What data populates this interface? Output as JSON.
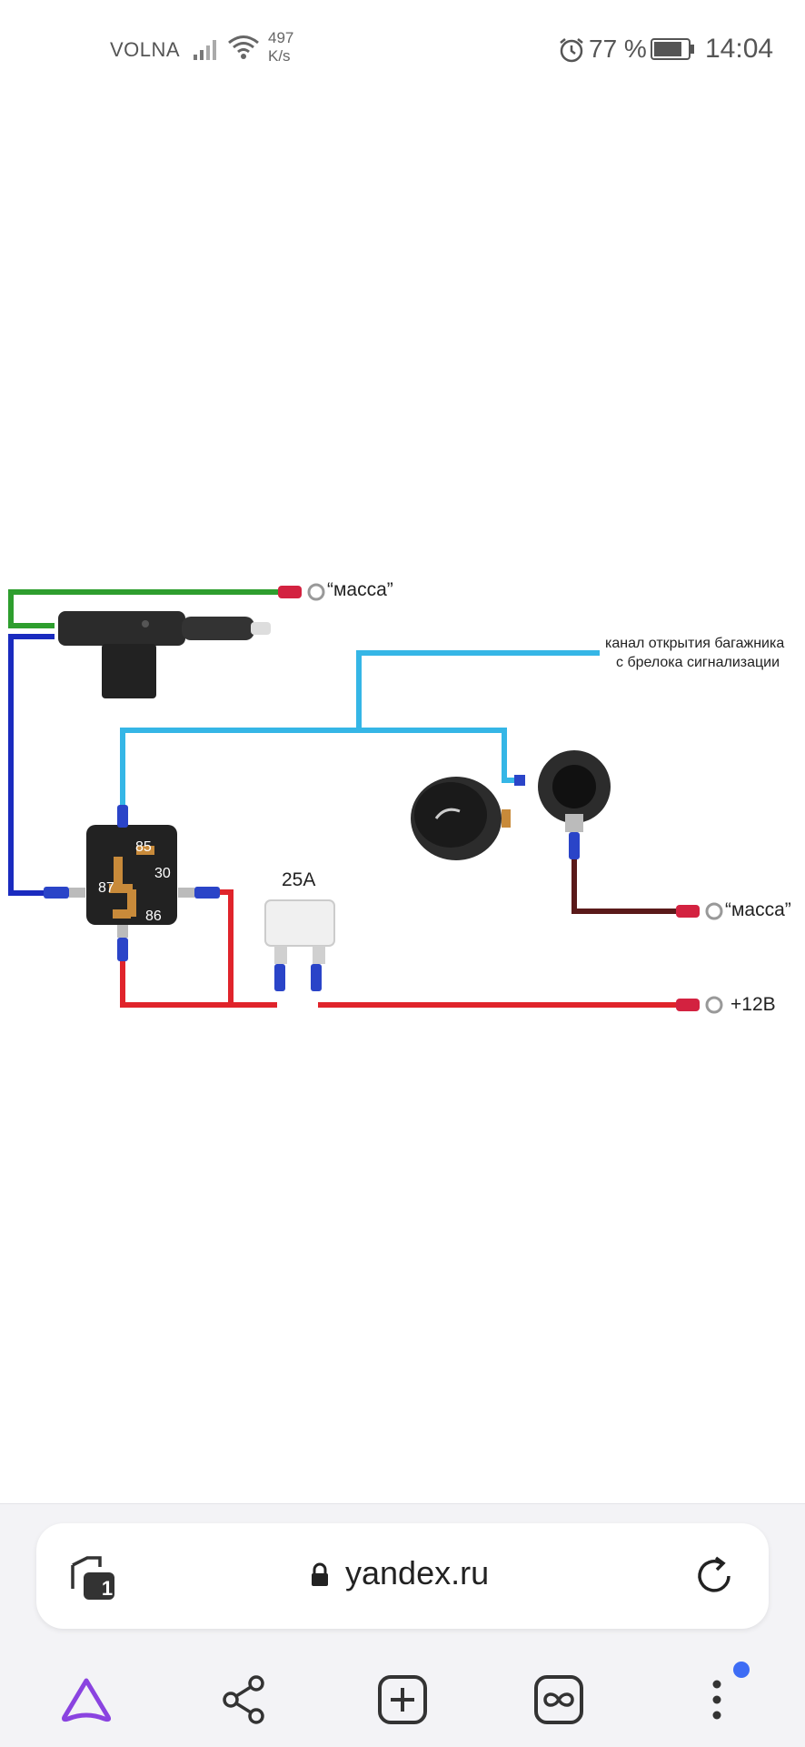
{
  "status_bar": {
    "carrier": "VOLNA",
    "speed_value": "497",
    "speed_unit": "K/s",
    "battery_percent": "77 %",
    "time": "14:04"
  },
  "diagram": {
    "label_ground_top": "“масса”",
    "label_trunk_line1": "канал открытия багажника",
    "label_trunk_line2": "с брелока сигнализации",
    "label_ground_right": "“масса”",
    "label_fuse": "25A",
    "label_plus12": "+12В",
    "relay_85": "85",
    "relay_30": "30",
    "relay_87": "87",
    "relay_86": "86",
    "colors": {
      "green": "#2e9e2e",
      "blue_dark": "#1a2bbf",
      "blue_light": "#35b6e6",
      "red": "#e0242b",
      "dark_red": "#5a1a1a"
    }
  },
  "browser": {
    "tabs_count": "1",
    "url": "yandex.ru",
    "nav": [
      "alice-icon",
      "share-icon",
      "new-tab-icon",
      "collections-icon",
      "menu-icon"
    ]
  }
}
